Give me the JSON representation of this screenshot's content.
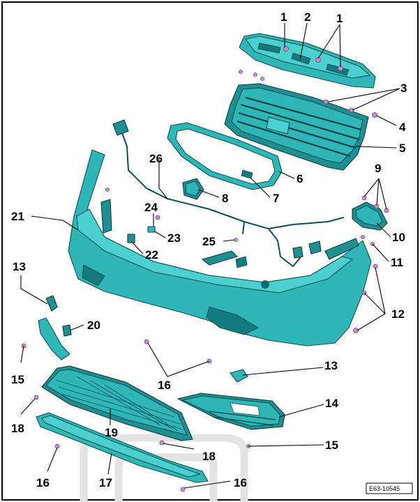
{
  "figure": {
    "reference_code": "E63-10545",
    "callouts": [
      {
        "id": "c1a",
        "label": "1"
      },
      {
        "id": "c2",
        "label": "2"
      },
      {
        "id": "c1b",
        "label": "1"
      },
      {
        "id": "c3",
        "label": "3"
      },
      {
        "id": "c4",
        "label": "4"
      },
      {
        "id": "c5",
        "label": "5"
      },
      {
        "id": "c6",
        "label": "6"
      },
      {
        "id": "c7",
        "label": "7"
      },
      {
        "id": "c8",
        "label": "8"
      },
      {
        "id": "c9",
        "label": "9"
      },
      {
        "id": "c10",
        "label": "10"
      },
      {
        "id": "c11",
        "label": "11"
      },
      {
        "id": "c12",
        "label": "12"
      },
      {
        "id": "c13a",
        "label": "13"
      },
      {
        "id": "c13b",
        "label": "13"
      },
      {
        "id": "c14",
        "label": "14"
      },
      {
        "id": "c15a",
        "label": "15"
      },
      {
        "id": "c15b",
        "label": "15"
      },
      {
        "id": "c16a",
        "label": "16"
      },
      {
        "id": "c16b",
        "label": "16"
      },
      {
        "id": "c16c",
        "label": "16"
      },
      {
        "id": "c17",
        "label": "17"
      },
      {
        "id": "c18a",
        "label": "18"
      },
      {
        "id": "c18b",
        "label": "18"
      },
      {
        "id": "c19",
        "label": "19"
      },
      {
        "id": "c20",
        "label": "20"
      },
      {
        "id": "c21",
        "label": "21"
      },
      {
        "id": "c22",
        "label": "22"
      },
      {
        "id": "c23",
        "label": "23"
      },
      {
        "id": "c24",
        "label": "24"
      },
      {
        "id": "c25",
        "label": "25"
      },
      {
        "id": "c26",
        "label": "26"
      }
    ]
  }
}
